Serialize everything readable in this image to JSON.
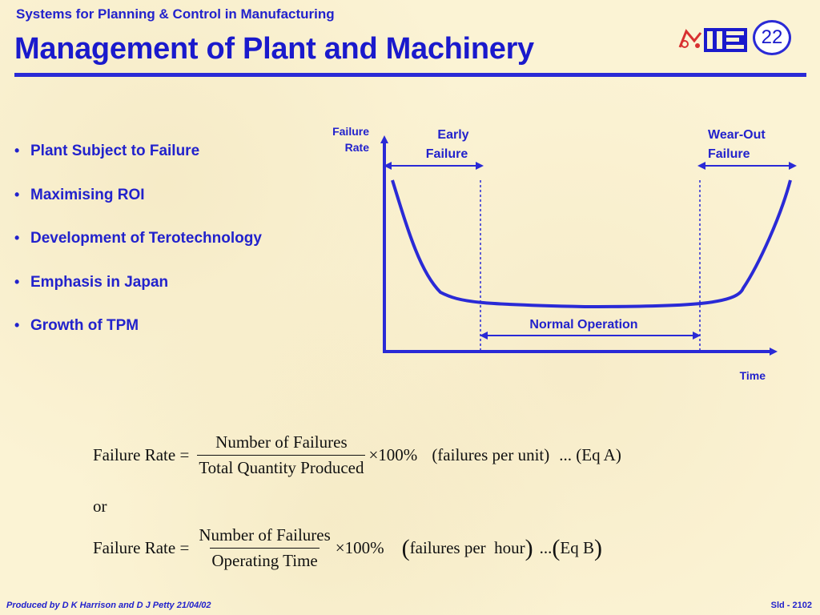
{
  "header": {
    "subtitle": "Systems for Planning & Control in Manufacturing",
    "title": "Management of Plant and Machinery",
    "logo_text": "IIE",
    "slide_number": "22"
  },
  "bullets": [
    "Plant Subject to Failure",
    "Maximising ROI",
    "Development of Terotechnology",
    "Emphasis in Japan",
    "Growth of TPM"
  ],
  "chart": {
    "y_label_line1": "Failure",
    "y_label_line2": "Rate",
    "x_label": "Time",
    "early_line1": "Early",
    "early_line2": "Failure",
    "wear_line1": "Wear-Out",
    "wear_line2": "Failure",
    "normal_label": "Normal Operation"
  },
  "eqA": {
    "lhs": "Failure Rate =",
    "num": "Number of Failures",
    "den": "Total Quantity Produced",
    "mult": "×100%",
    "units": "(failures per unit)",
    "ref": "... (Eq A)"
  },
  "or_text": "or",
  "eqB": {
    "lhs": "Failure Rate =",
    "num": "Number of Failures",
    "den": "Operating Time",
    "mult": "×100%",
    "units": "failures per  hour",
    "ellipsis": "...",
    "ref": "Eq B"
  },
  "footer": {
    "left": "Produced by D K Harrison and D J Petty 21/04/02",
    "right": "Sld - 2102"
  },
  "colors": {
    "primary": "#2222cc",
    "rule": "#2a2ad6",
    "background": "#fbf3d4",
    "equation": "#111111"
  }
}
